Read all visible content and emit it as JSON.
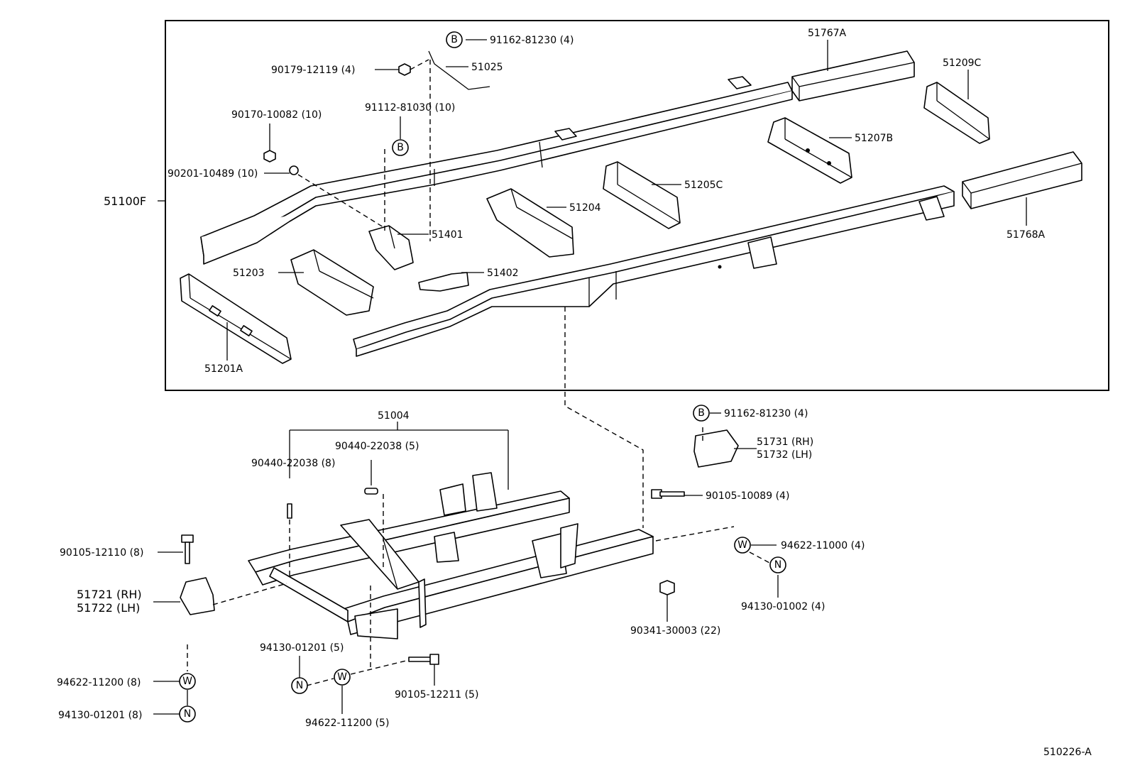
{
  "diagram_code": "510226-A",
  "frame_assembly": "51100F",
  "callouts": {
    "c51767A": "51767A",
    "c51209C": "51209C",
    "c51207B": "51207B",
    "c51205C": "51205C",
    "c51204": "51204",
    "c51768A": "51768A",
    "c51401": "51401",
    "c51402": "51402",
    "c51203": "51203",
    "c51201A": "51201A",
    "c51025": "51025",
    "c91162_top": "91162-81230 (4)",
    "c90179": "90179-12119 (4)",
    "c91112": "91112-81030 (10)",
    "c90170": "90170-10082 (10)",
    "c90201": "90201-10489 (10)",
    "c51004": "51004",
    "c90440_5": "90440-22038 (5)",
    "c90440_8": "90440-22038 (8)",
    "c91162_bot": "91162-81230 (4)",
    "c51731": "51731 (RH)",
    "c51732": "51732 (LH)",
    "c90105_10089": "90105-10089 (4)",
    "c94622_11000": "94622-11000 (4)",
    "c94130_01002": "94130-01002 (4)",
    "c90341": "90341-30003 (22)",
    "c90105_12110": "90105-12110 (8)",
    "c51721": "51721 (RH)",
    "c51722": "51722 (LH)",
    "c94130_01201_5": "94130-01201 (5)",
    "c90105_12211": "90105-12211 (5)",
    "c94622_11200_5": "94622-11200 (5)",
    "c94622_11200_8": "94622-11200 (8)",
    "c94130_01201_8": "94130-01201 (8)"
  },
  "markers": {
    "bolt": "B",
    "washer": "W",
    "nut": "N"
  }
}
